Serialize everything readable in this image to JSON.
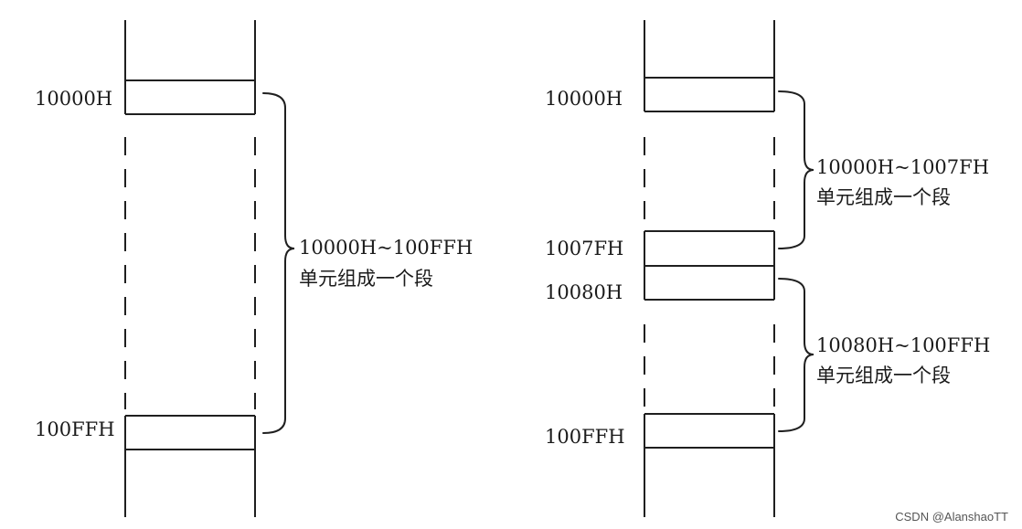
{
  "left": {
    "address_top": "10000H",
    "address_bottom": "100FFH",
    "segment_label": [
      "10000H~100FFH",
      "单元组成一个段"
    ]
  },
  "right": {
    "address_top": "10000H",
    "address_mid_end": "1007FH",
    "address_mid_start": "10080H",
    "address_bottom": "100FFH",
    "segment1_label": [
      "10000H~1007FH",
      "单元组成一个段"
    ],
    "segment2_label": [
      "10080H~100FFH",
      "单元组成一个段"
    ]
  },
  "watermark": "CSDN @AlanshaoTT"
}
